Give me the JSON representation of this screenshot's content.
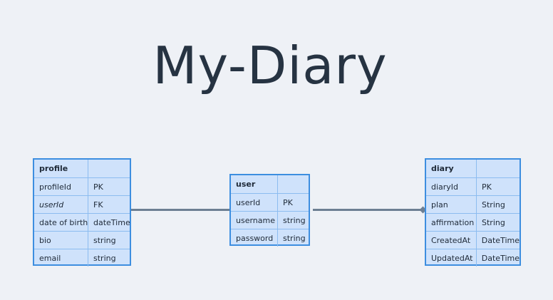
{
  "title": "My-Diary",
  "entities": {
    "profile": {
      "name": "profile",
      "rows": [
        {
          "field": "profileId",
          "type": "PK"
        },
        {
          "field": "userId",
          "type": "FK"
        },
        {
          "field": "date of birth",
          "type": "dateTime"
        },
        {
          "field": "bio",
          "type": "string"
        },
        {
          "field": "email",
          "type": "string"
        }
      ]
    },
    "user": {
      "name": "user",
      "rows": [
        {
          "field": "userId",
          "type": "PK"
        },
        {
          "field": "username",
          "type": "string"
        },
        {
          "field": "password",
          "type": "string"
        }
      ]
    },
    "diary": {
      "name": "diary",
      "rows": [
        {
          "field": "diaryId",
          "type": "PK"
        },
        {
          "field": "plan",
          "type": "String"
        },
        {
          "field": "affirmation",
          "type": "String"
        },
        {
          "field": "CreatedAt",
          "type": "DateTime"
        },
        {
          "field": "UpdatedAt",
          "type": "DateTime"
        }
      ]
    }
  },
  "colors": {
    "background": "#eef1f6",
    "entity_fill": "#cfe2fb",
    "entity_border": "#3d8ee0",
    "connector": "#6d7f93",
    "title": "#263342"
  }
}
